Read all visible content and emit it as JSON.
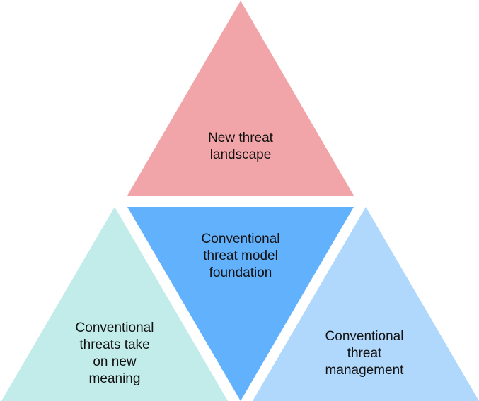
{
  "diagram": {
    "title": "",
    "triangles": [
      {
        "id": "top",
        "label": "New threat\nlandscape",
        "color": "#f2a5a8",
        "orientation": "up"
      },
      {
        "id": "center",
        "label": "Conventional\nthreat model\nfoundation",
        "color": "#62b1fd",
        "orientation": "down"
      },
      {
        "id": "left",
        "label": "Conventional\nthreats take\non new\nmeaning",
        "color": "#c2ecea",
        "orientation": "up"
      },
      {
        "id": "right",
        "label": "Conventional\nthreat\nmanagement",
        "color": "#b0d8fc",
        "orientation": "up"
      }
    ]
  }
}
